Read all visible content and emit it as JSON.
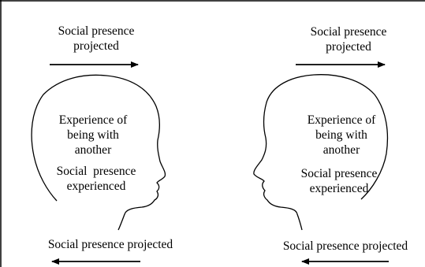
{
  "diagram": {
    "left_head": {
      "top_label": [
        "Social presence",
        "projected"
      ],
      "inner_upper": [
        "Experience of",
        "being with",
        "another"
      ],
      "inner_lower": [
        "Social  presence",
        "experienced"
      ],
      "bottom_label": "Social presence projected"
    },
    "right_head": {
      "top_label": [
        "Social presence",
        "projected"
      ],
      "inner_upper": [
        "Experience of",
        "being with",
        "another"
      ],
      "inner_lower": [
        "Social presence",
        "experienced"
      ],
      "bottom_label": "Social presence projected"
    },
    "colors": {
      "stroke": "#000000",
      "background": "#ffffff"
    }
  }
}
